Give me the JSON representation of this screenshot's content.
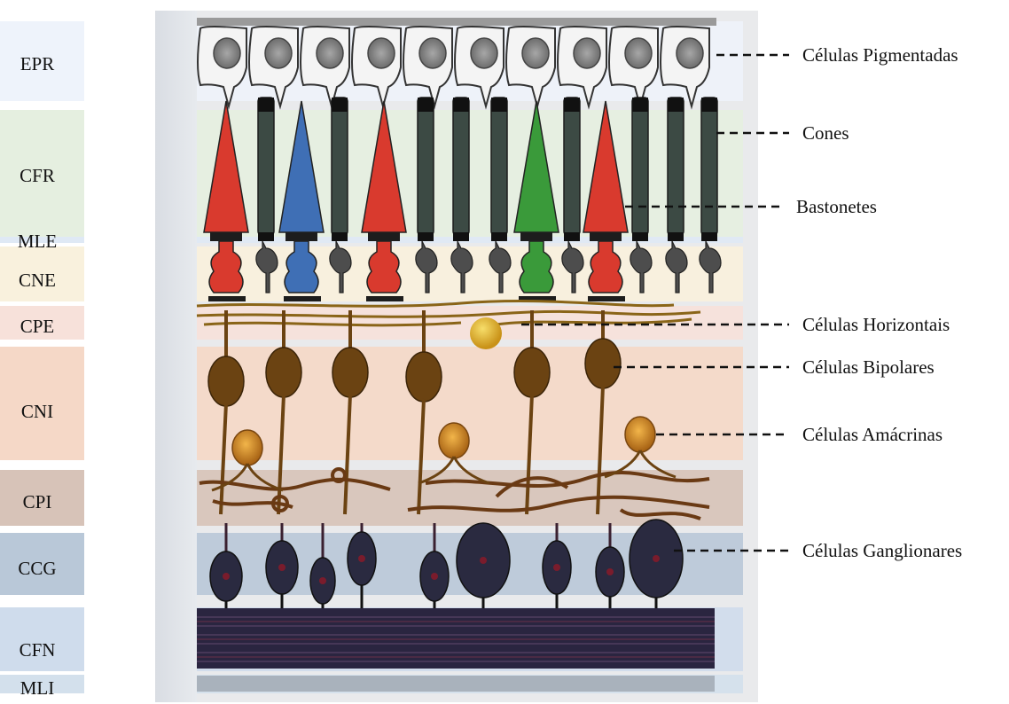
{
  "layers": [
    {
      "abbr": "EPR",
      "color": "#eef3fb"
    },
    {
      "abbr": "CFR",
      "color": "#e5efe0"
    },
    {
      "abbr": "MLE",
      "color": "#dfe9f5"
    },
    {
      "abbr": "CNE",
      "color": "#f9f1dd"
    },
    {
      "abbr": "CPE",
      "color": "#f7e1da"
    },
    {
      "abbr": "CNI",
      "color": "#f5d8c7"
    },
    {
      "abbr": "CPI",
      "color": "#d7c3b8"
    },
    {
      "abbr": "CCG",
      "color": "#b9c8d8"
    },
    {
      "abbr": "CFN",
      "color": "#cfdcec"
    },
    {
      "abbr": "MLI",
      "color": "#d3e0ec"
    }
  ],
  "annotations": [
    {
      "label": "Células Pigmentadas"
    },
    {
      "label": "Cones"
    },
    {
      "label": "Bastonetes"
    },
    {
      "label": "Células Horizontais"
    },
    {
      "label": "Células Bipolares"
    },
    {
      "label": "Células Amácrinas"
    },
    {
      "label": "Células Ganglionares"
    }
  ],
  "colors": {
    "cone_red": "#d93a2e",
    "cone_blue": "#3f6fb5",
    "cone_green": "#3a9a3a",
    "rod": "#3c4a44",
    "bipolar": "#6b4312",
    "amacrine": "#d8952a",
    "horizontal": "#e2b52a",
    "ganglion": "#2a2a40",
    "nerve_fiber": "#2c2640"
  }
}
